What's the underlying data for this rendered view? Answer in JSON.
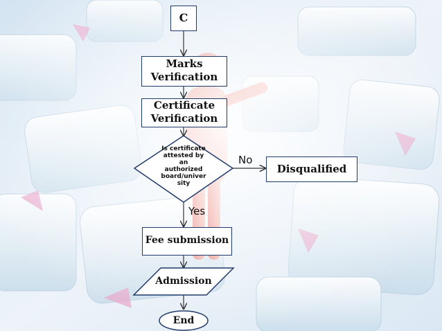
{
  "flowchart": {
    "connector_start": "C",
    "marks_verification": "Marks\nVerification",
    "certificate_verification": "Certificate\nVerification",
    "decision": "Is certificate attested by an authorized board/univer sity",
    "decision_lines": [
      "Is certificate",
      "attested by",
      "an",
      "authorized",
      "board/univer",
      "sity"
    ],
    "no_label": "No",
    "yes_label": "Yes",
    "disqualified": "Disqualified",
    "fee_submission": "Fee submission",
    "admission": "Admission",
    "end": "End"
  },
  "colors": {
    "node_fill": "#ffffff",
    "node_stroke": "#1f3a68",
    "arrow": "#333333"
  }
}
